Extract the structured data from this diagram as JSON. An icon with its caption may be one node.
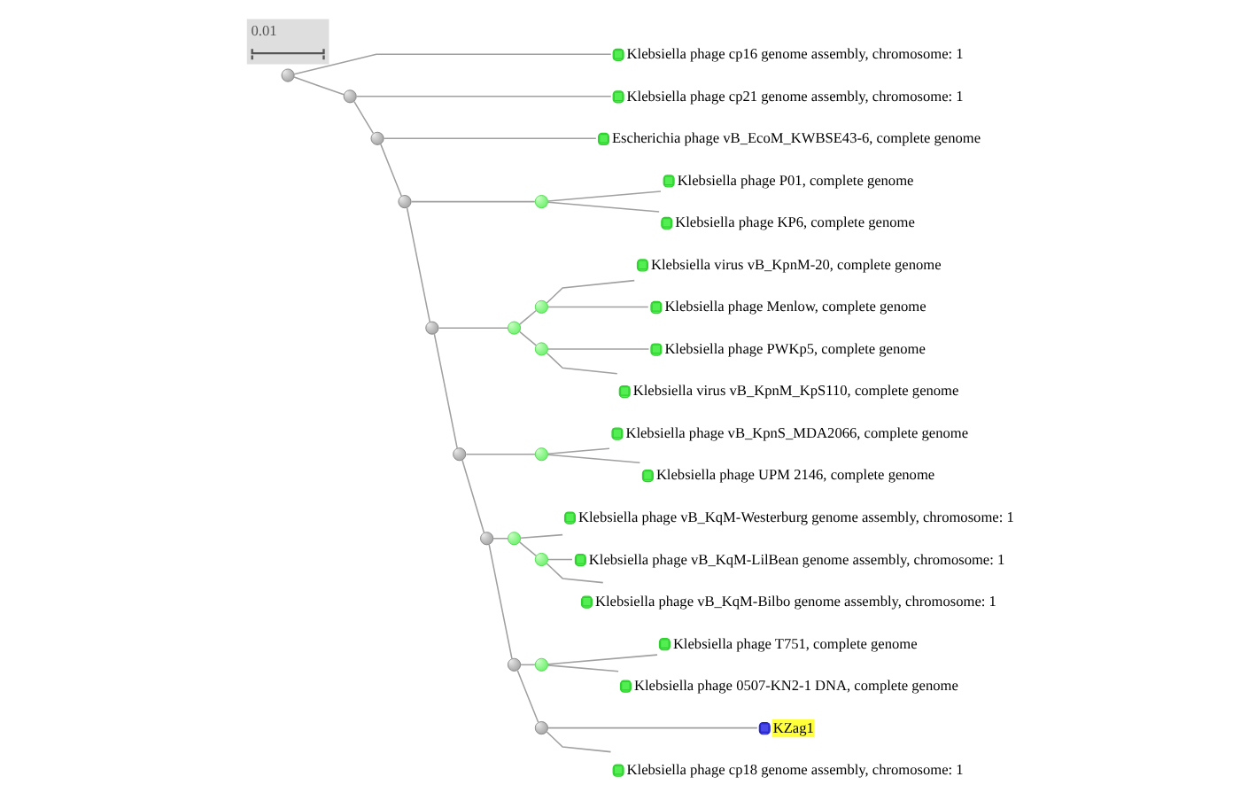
{
  "diagram": {
    "nodes": [
      {
        "text": [],
        "shape": "circle"
      },
      {
        "text": [],
        "shape": "circle",
        "beside": [
          "Klebsiella phage cp16 genome assembly, chromosome: 1"
        ]
      },
      {
        "text": [],
        "shape": "circle"
      },
      {
        "text": [],
        "shape": "circle",
        "beside": [
          "Klebsiella phage cp21 genome assembly, chromosome: 1"
        ]
      },
      {
        "text": [],
        "shape": "circle"
      },
      {
        "text": [],
        "shape": "circle",
        "beside": [
          "Escherichia phage vB_EcoM_KWBSE43-6, complete genome"
        ]
      },
      {
        "text": [],
        "shape": "circle"
      },
      {
        "text": [],
        "shape": "circle"
      },
      {
        "text": [],
        "shape": "circle",
        "beside": [
          "Klebsiella phage P01, complete genome"
        ]
      },
      {
        "text": [],
        "shape": "circle",
        "beside": [
          "Klebsiella phage KP6, complete genome"
        ]
      },
      {
        "text": [],
        "shape": "circle"
      },
      {
        "text": [],
        "shape": "circle"
      },
      {
        "text": [],
        "shape": "circle"
      },
      {
        "text": [],
        "shape": "circle",
        "beside": [
          "Klebsiella virus vB_KpnM-20, complete genome"
        ]
      },
      {
        "text": [],
        "shape": "circle",
        "beside": [
          "Klebsiella phage Menlow, complete genome"
        ]
      },
      {
        "text": [],
        "shape": "circle"
      },
      {
        "text": [],
        "shape": "circle",
        "beside": [
          "Klebsiella phage PWKp5, complete genome"
        ]
      },
      {
        "text": [],
        "shape": "circle",
        "beside": [
          "Klebsiella virus vB_KpnM_KpS110, complete genome"
        ]
      },
      {
        "text": [],
        "shape": "circle"
      },
      {
        "text": [],
        "shape": "circle"
      },
      {
        "text": [],
        "shape": "circle",
        "beside": [
          "Klebsiella phage vB_KpnS_MDA2066, complete genome"
        ]
      },
      {
        "text": [],
        "shape": "circle",
        "beside": [
          "Klebsiella phage UPM 2146, complete genome"
        ]
      },
      {
        "text": [],
        "shape": "circle"
      },
      {
        "text": [],
        "shape": "circle"
      },
      {
        "text": [],
        "shape": "circle",
        "beside": [
          "Klebsiella phage vB_KqM-Westerburg genome assembly, chromosome: 1"
        ]
      },
      {
        "text": [],
        "shape": "circle"
      },
      {
        "text": [],
        "shape": "circle",
        "beside": [
          "Klebsiella phage vB_KqM-LilBean genome assembly, chromosome: 1"
        ]
      },
      {
        "text": [],
        "shape": "circle",
        "beside": [
          "Klebsiella phage vB_KqM-Bilbo genome assembly, chromosome: 1"
        ]
      },
      {
        "text": [],
        "shape": "circle"
      },
      {
        "text": [],
        "shape": "circle"
      },
      {
        "text": [],
        "shape": "circle",
        "beside": [
          "Klebsiella phage T751, complete genome"
        ]
      },
      {
        "text": [],
        "shape": "circle",
        "beside": [
          "Klebsiella phage 0507-KN2-1 DNA, complete genome"
        ]
      },
      {
        "text": [],
        "shape": "circle"
      },
      {
        "text": [
          "KZag1"
        ]
      },
      {
        "text": [],
        "shape": "circle",
        "beside": [
          "Klebsiella phage cp18 genome assembly, chromosome: 1"
        ]
      }
    ],
    "edges": [
      {
        "from": 0,
        "to": 1,
        "arrow": "none"
      },
      {
        "from": 0,
        "to": 2,
        "arrow": "none"
      },
      {
        "from": 2,
        "to": 3,
        "arrow": "none"
      },
      {
        "from": 2,
        "to": 4,
        "arrow": "none"
      },
      {
        "from": 4,
        "to": 5,
        "arrow": "none"
      },
      {
        "from": 4,
        "to": 6,
        "arrow": "none"
      },
      {
        "from": 6,
        "to": 7,
        "arrow": "none"
      },
      {
        "from": 7,
        "to": 8,
        "arrow": "none"
      },
      {
        "from": 7,
        "to": 9,
        "arrow": "none"
      },
      {
        "from": 6,
        "to": 10,
        "arrow": "none"
      },
      {
        "from": 10,
        "to": 11,
        "arrow": "none"
      },
      {
        "from": 11,
        "to": 12,
        "arrow": "none"
      },
      {
        "from": 12,
        "to": 13,
        "arrow": "none"
      },
      {
        "from": 12,
        "to": 14,
        "arrow": "none"
      },
      {
        "from": 11,
        "to": 15,
        "arrow": "none"
      },
      {
        "from": 15,
        "to": 16,
        "arrow": "none"
      },
      {
        "from": 15,
        "to": 17,
        "arrow": "none"
      },
      {
        "from": 10,
        "to": 18,
        "arrow": "none"
      },
      {
        "from": 18,
        "to": 19,
        "arrow": "none"
      },
      {
        "from": 19,
        "to": 20,
        "arrow": "none"
      },
      {
        "from": 19,
        "to": 21,
        "arrow": "none"
      },
      {
        "from": 18,
        "to": 22,
        "arrow": "none"
      },
      {
        "from": 22,
        "to": 23,
        "arrow": "none"
      },
      {
        "from": 23,
        "to": 24,
        "arrow": "none"
      },
      {
        "from": 23,
        "to": 25,
        "arrow": "none"
      },
      {
        "from": 25,
        "to": 26,
        "arrow": "none"
      },
      {
        "from": 25,
        "to": 27,
        "arrow": "none"
      },
      {
        "from": 22,
        "to": 28,
        "arrow": "none"
      },
      {
        "from": 28,
        "to": 29,
        "arrow": "none"
      },
      {
        "from": 29,
        "to": 30,
        "arrow": "none"
      },
      {
        "from": 29,
        "to": 31,
        "arrow": "none"
      },
      {
        "from": 28,
        "to": 32,
        "arrow": "none"
      },
      {
        "from": 32,
        "to": 33,
        "arrow": "none"
      },
      {
        "from": 32,
        "to": 34,
        "arrow": "none"
      }
    ],
    "labels": [
      "0.01"
    ]
  }
}
